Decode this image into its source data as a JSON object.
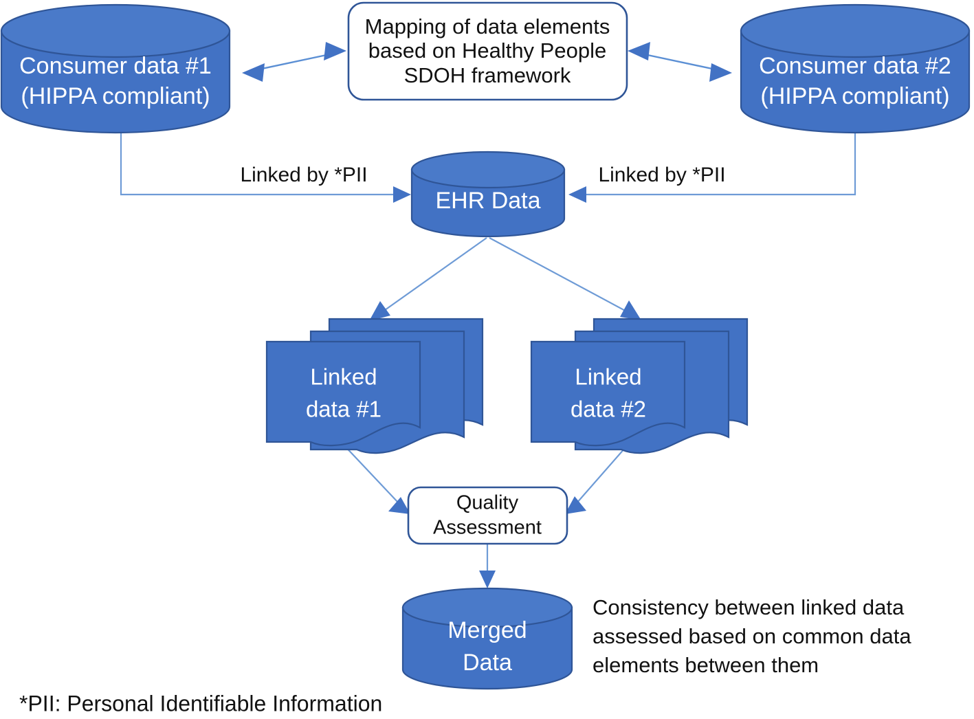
{
  "diagram": {
    "type": "flowchart",
    "title_visible": false,
    "colors": {
      "node_fill": "#4272C4",
      "node_stroke": "#2F5597",
      "connector": "#5B8FD4",
      "text_on_node": "#FFFFFF",
      "text_on_canvas": "#111111",
      "canvas": "#FFFFFF"
    },
    "nodes": {
      "consumer_data_1": {
        "shape": "cylinder",
        "line1": "Consumer data #1",
        "line2": "(HIPPA compliant)"
      },
      "consumer_data_2": {
        "shape": "cylinder",
        "line1": "Consumer data #2",
        "line2": "(HIPPA compliant)"
      },
      "mapping_box": {
        "shape": "rounded-rectangle",
        "line1": "Mapping of data elements",
        "line2": "based on Healthy People",
        "line3": "SDOH framework"
      },
      "ehr_data": {
        "shape": "cylinder",
        "line1": "EHR Data"
      },
      "linked_data_1": {
        "shape": "multi-document",
        "line1": "Linked",
        "line2": "data #1"
      },
      "linked_data_2": {
        "shape": "multi-document",
        "line1": "Linked",
        "line2": "data #2"
      },
      "quality_assessment": {
        "shape": "rounded-rectangle",
        "line1": "Quality",
        "line2": "Assessment"
      },
      "merged_data": {
        "shape": "cylinder",
        "line1": "Merged",
        "line2": "Data"
      }
    },
    "edge_labels": {
      "linked_by_pii_left": "Linked by *PII",
      "linked_by_pii_right": "Linked by *PII"
    },
    "annotations": {
      "consistency_note": {
        "line1": "Consistency between linked data",
        "line2": "assessed based on common data",
        "line3": "elements between them"
      },
      "footnote": "*PII: Personal Identifiable Information"
    },
    "edges": [
      {
        "from": "consumer_data_1",
        "to": "mapping_box",
        "style": "double-arrow"
      },
      {
        "from": "consumer_data_2",
        "to": "mapping_box",
        "style": "double-arrow"
      },
      {
        "from": "consumer_data_1",
        "to": "ehr_data",
        "style": "elbow-arrow",
        "label": "Linked by *PII"
      },
      {
        "from": "consumer_data_2",
        "to": "ehr_data",
        "style": "elbow-arrow",
        "label": "Linked by *PII"
      },
      {
        "from": "ehr_data",
        "to": "linked_data_1",
        "style": "arrow"
      },
      {
        "from": "ehr_data",
        "to": "linked_data_2",
        "style": "arrow"
      },
      {
        "from": "linked_data_1",
        "to": "quality_assessment",
        "style": "arrow"
      },
      {
        "from": "linked_data_2",
        "to": "quality_assessment",
        "style": "arrow"
      },
      {
        "from": "quality_assessment",
        "to": "merged_data",
        "style": "arrow"
      }
    ]
  }
}
